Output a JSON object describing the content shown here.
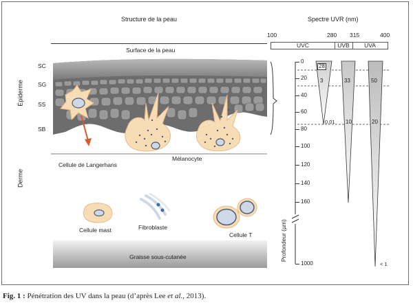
{
  "left_title": "Structure de la peau",
  "right_title": "Spectre UVR (nm)",
  "wavelengths": [
    "100",
    "280",
    "315",
    "400"
  ],
  "bands": [
    "UVC",
    "UVB",
    "UVA"
  ],
  "surface_label": "Surface de la peau",
  "layers": [
    "SC",
    "SG",
    "SS",
    "SB"
  ],
  "regions": {
    "epidermis": "Épiderme",
    "dermis": "Derme"
  },
  "cells": {
    "langerhans": "Cellule de Langerhans",
    "melanocyte": "Mélanocyte",
    "mast": "Cellule mast",
    "fibroblast": "Fibroblaste",
    "tcell": "Cellule T"
  },
  "fat_layer": "Graisse sous-cutanée",
  "depth_ticks": [
    "0",
    "20",
    "40",
    "60",
    "80",
    "100",
    "120",
    "140",
    "160",
    "1000"
  ],
  "depth_axis_label": "Profondeur (µm)",
  "penetration_values": {
    "uvc": [
      "28",
      "3",
      "0,01"
    ],
    "uvb": [
      "33",
      "10"
    ],
    "uva": [
      "50",
      "20",
      "< 1"
    ]
  },
  "caption": {
    "fig": "Fig. 1 :",
    "text_before": " Pénétration des UV dans la peau (d’après Lee ",
    "et_al": "et al.",
    "text_after": ", 2013)."
  },
  "colors": {
    "cell_fill": "#f7ddb5",
    "cell_dark": "#8a8a8a",
    "arrow": "#d85b2a",
    "fat_top": "#f0f0f0",
    "fat_bottom": "#9a9a9a"
  }
}
